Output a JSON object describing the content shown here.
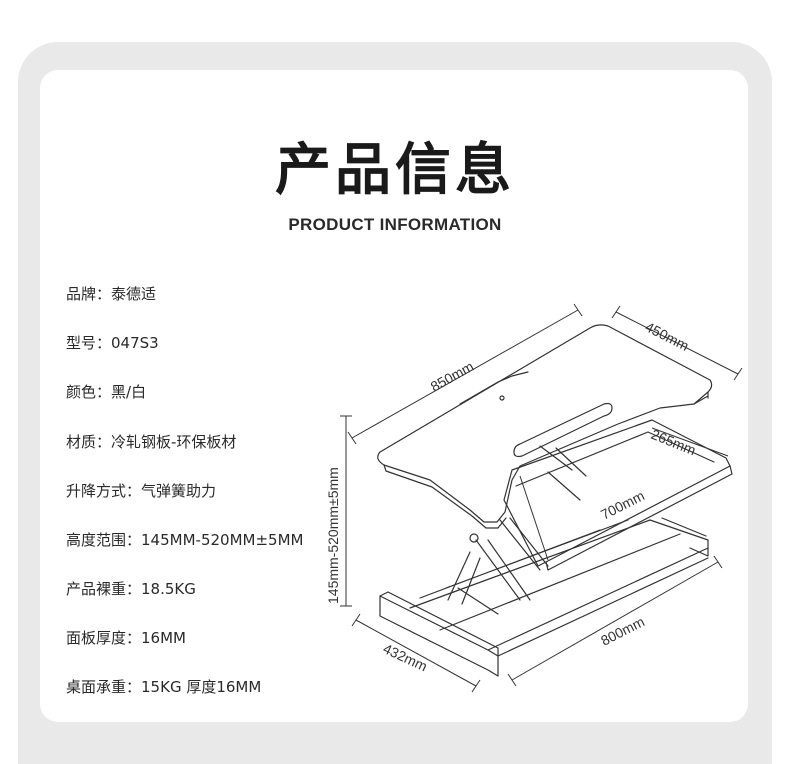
{
  "header": {
    "title": "产品信息",
    "subtitle": "PRODUCT INFORMATION"
  },
  "specs": [
    {
      "label": "品牌：",
      "value": "泰德适"
    },
    {
      "label": "型号：",
      "value": "047S3"
    },
    {
      "label": "颜色：",
      "value": "黑/白"
    },
    {
      "label": "材质：",
      "value": "冷轧钢板-环保板材"
    },
    {
      "label": "升降方式：",
      "value": "气弹簧助力"
    },
    {
      "label": "高度范围：",
      "value": "145MM-520MM±5MM"
    },
    {
      "label": "产品裸重：",
      "value": "18.5KG"
    },
    {
      "label": "面板厚度：",
      "value": "16MM"
    },
    {
      "label": "桌面承重：",
      "value": "15KG   厚度16MM"
    }
  ],
  "dimensions": {
    "top_width": "850mm",
    "top_depth": "450mm",
    "keyboard_depth": "265mm",
    "keyboard_width": "700mm",
    "height_range": "145mm-520mm±5mm",
    "base_depth": "432mm",
    "base_width": "800mm"
  },
  "colors": {
    "background_panel": "#e9e9e9",
    "card": "#ffffff",
    "text": "#2a2a2a",
    "line": "#333333"
  }
}
